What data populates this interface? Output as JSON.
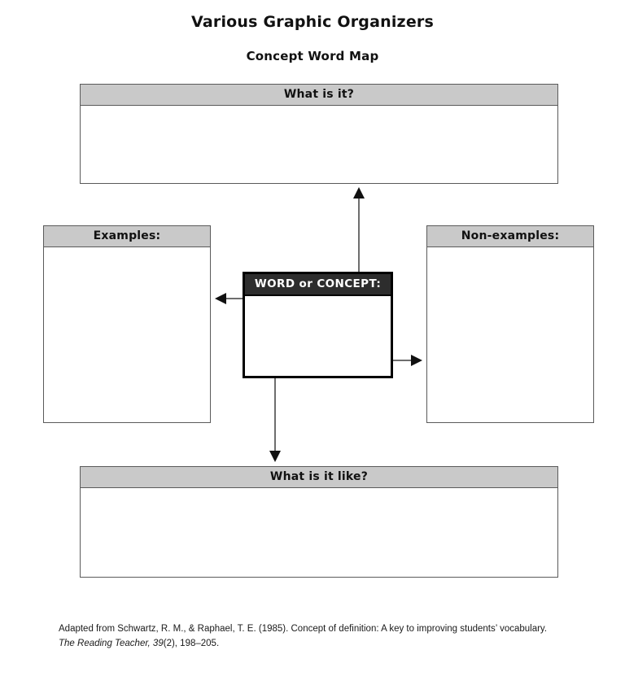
{
  "header": {
    "title": "Various Graphic Organizers",
    "subtitle": "Concept Word Map"
  },
  "organizer": {
    "type": "concept-word-map",
    "boxes": {
      "top": {
        "label": "What is it?",
        "content": "",
        "header_color": "#c9c9c9"
      },
      "left": {
        "label": "Examples:",
        "content": "",
        "header_color": "#c9c9c9"
      },
      "right": {
        "label": "Non-examples:",
        "content": "",
        "header_color": "#c9c9c9"
      },
      "bottom": {
        "label": "What is it like?",
        "content": "",
        "header_color": "#c9c9c9"
      },
      "center": {
        "label": "WORD or CONCEPT:",
        "content": "",
        "header_color": "#2d2d2d",
        "header_text_color": "#ffffff"
      }
    },
    "arrows": [
      {
        "name": "arrow-center-to-top",
        "direction": "up",
        "from": "center",
        "to": "top"
      },
      {
        "name": "arrow-center-to-left",
        "direction": "left",
        "from": "center",
        "to": "left"
      },
      {
        "name": "arrow-center-to-right",
        "direction": "right",
        "from": "center",
        "to": "right"
      },
      {
        "name": "arrow-center-to-bottom",
        "direction": "down",
        "from": "center",
        "to": "bottom"
      }
    ]
  },
  "citation": {
    "line1_prefix": "Adapted from Schwartz, R. M., & Raphael, T. E. (1985). Concept of definition: A key to improving students’",
    "line2_prefix": "vocabulary. ",
    "journal": "The Reading Teacher, 39",
    "line2_suffix": "(2), 198–205."
  }
}
